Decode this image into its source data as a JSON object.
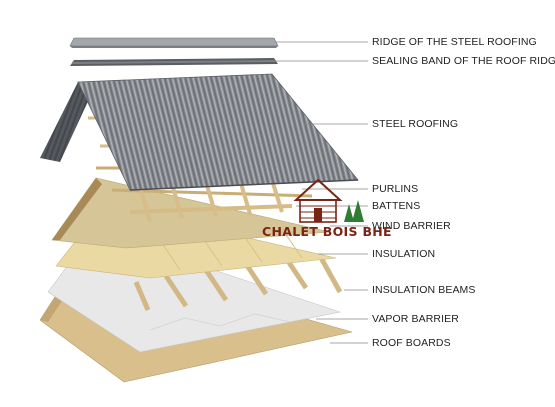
{
  "layers": [
    {
      "id": "ridge",
      "label": "RIDGE OF THE STEEL ROOFING"
    },
    {
      "id": "sealing",
      "label": "SEALING BAND OF THE ROOF RIDGE"
    },
    {
      "id": "steel",
      "label": "STEEL ROOFING"
    },
    {
      "id": "purlins",
      "label": "PURLINS"
    },
    {
      "id": "battens",
      "label": "BATTENS"
    },
    {
      "id": "wind",
      "label": "WIND BARRIER"
    },
    {
      "id": "insulation",
      "label": "INSULATION"
    },
    {
      "id": "beams",
      "label": "INSULATION BEAMS"
    },
    {
      "id": "vapor",
      "label": "VAPOR BARRIER"
    },
    {
      "id": "boards",
      "label": "ROOF BOARDS"
    }
  ],
  "watermark": {
    "text": "CHALET BOIS BHE"
  },
  "colors": {
    "steel": "#8e9196",
    "steel_dark": "#5d6066",
    "wood": "#d8bf8c",
    "wood_dark": "#a88a57",
    "insulation": "#ead9a3",
    "vapor": "#e6e6e6",
    "wind": "#d6c596",
    "watermark": "#7a2416",
    "tree": "#2e7d32"
  }
}
